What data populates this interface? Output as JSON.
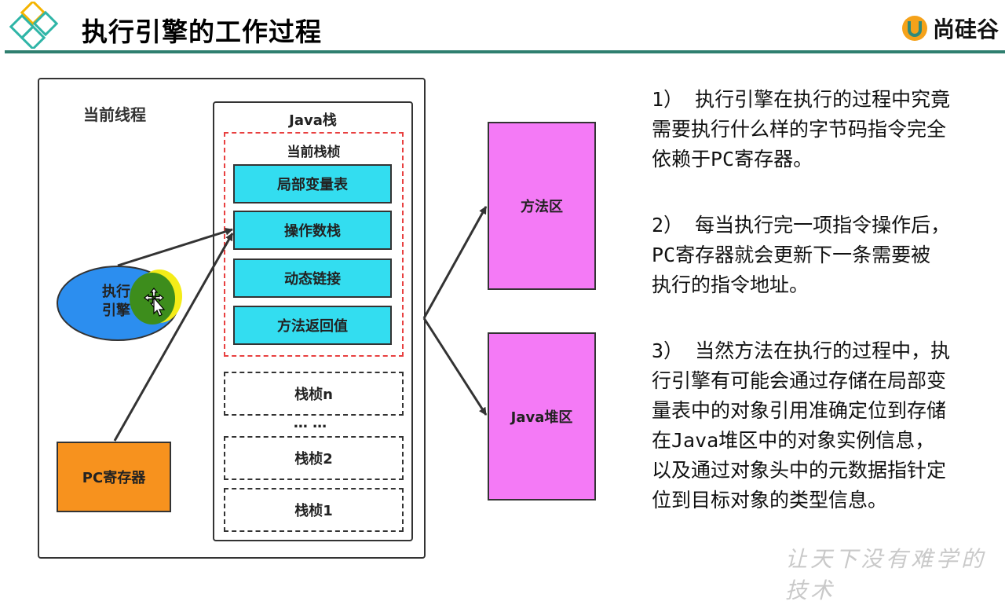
{
  "header": {
    "title": "执行引擎的工作过程",
    "brand": "尚硅谷"
  },
  "diagram": {
    "thread_label": "当前线程",
    "stack_title": "Java栈",
    "current_frame_label": "当前栈桢",
    "current_frame_items": [
      "局部变量表",
      "操作数栈",
      "动态链接",
      "方法返回值"
    ],
    "other_frames": [
      "栈桢n",
      "栈桢2",
      "栈桢1"
    ],
    "ellipsis": "… …",
    "engine_line1": "执行",
    "engine_line2": "引擎",
    "pc_register": "PC寄存器",
    "method_area": "方法区",
    "heap": "Java堆区",
    "colors": {
      "frame_item": "#33ddf0",
      "engine": "#2c8eef",
      "pc_register": "#f7921e",
      "method_area": "#f47af6",
      "heap": "#f47af6",
      "current_frame_border": "#e84040",
      "header_line": "#2f7f6f"
    }
  },
  "notes": [
    [
      "1） 执行引擎在执行的过程中究竟",
      "需要执行什么样的字节码指令完全",
      "依赖于PC寄存器。"
    ],
    [
      "2） 每当执行完一项指令操作后，",
      "PC寄存器就会更新下一条需要被",
      "执行的指令地址。"
    ],
    [
      "3） 当然方法在执行的过程中，执",
      "行引擎有可能会通过存储在局部变",
      "量表中的对象引用准确定位到存储",
      "在Java堆区中的对象实例信息，",
      "以及通过对象头中的元数据指针定",
      "位到目标对象的类型信息。"
    ]
  ],
  "footer": {
    "watermark": "让天下没有难学的技术"
  },
  "icons": [
    "diamond-logo-icon",
    "brand-u-icon",
    "move-cursor-icon"
  ]
}
